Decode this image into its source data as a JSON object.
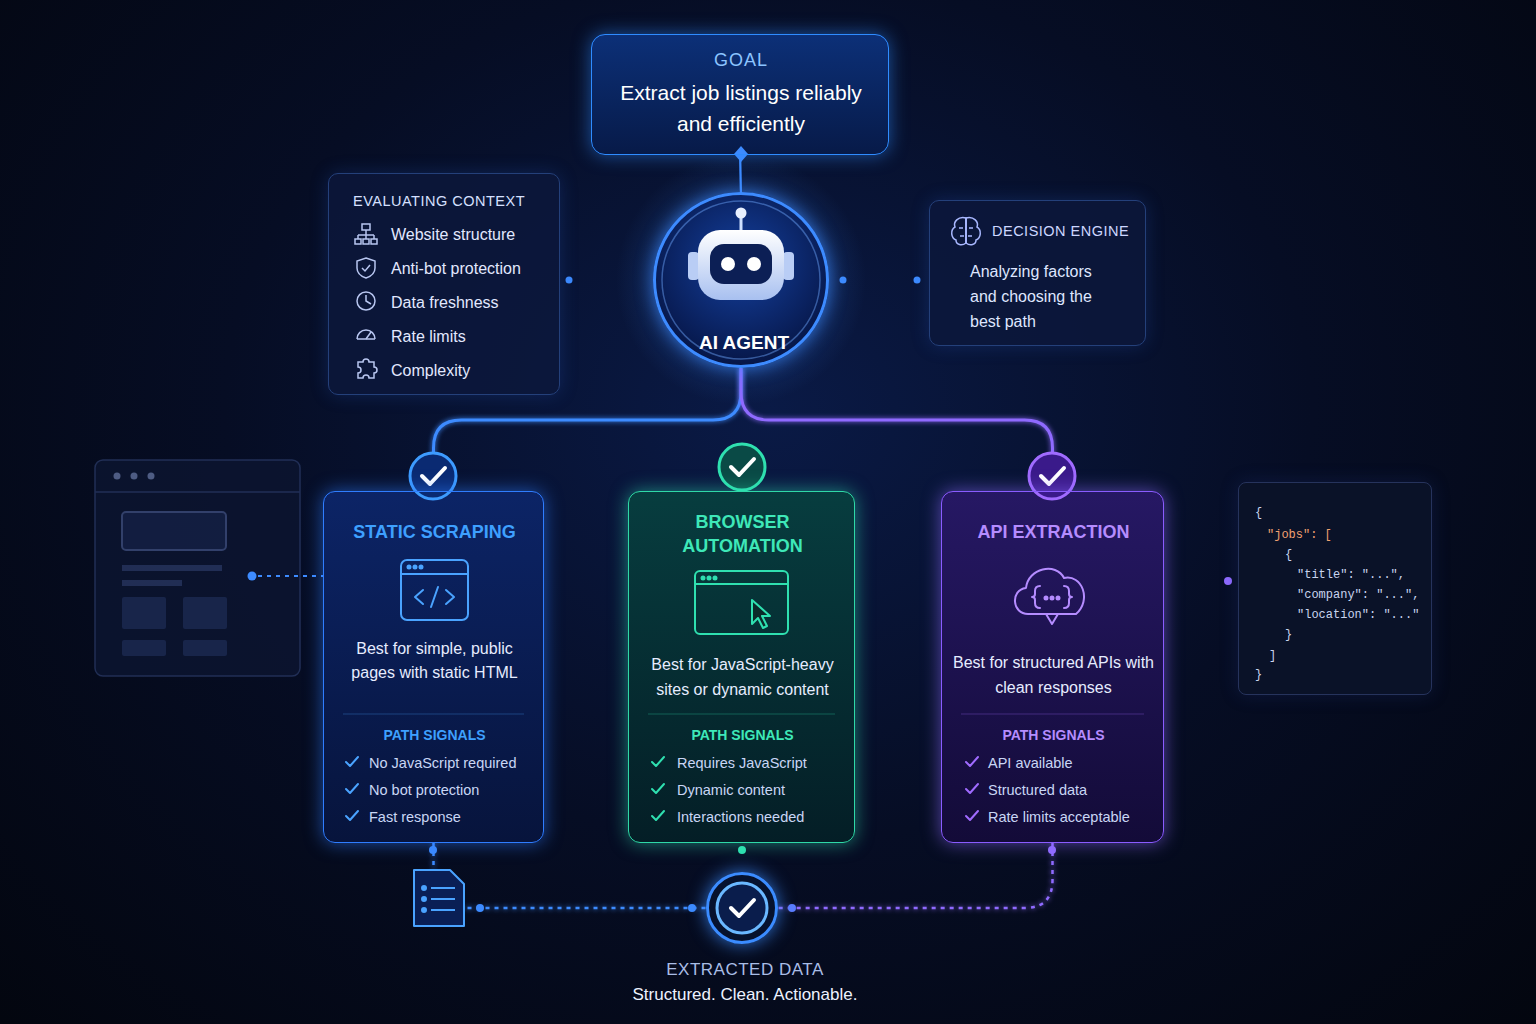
{
  "diagram": {
    "nodes": [
      {
        "text": [
          "GOAL",
          "Extract job listings reliably and efficiently"
        ]
      },
      {
        "text": [
          "EVALUATING CONTEXT",
          "Website structure",
          "Anti-bot protection",
          "Data freshness",
          "Rate limits",
          "Complexity"
        ]
      },
      {
        "text": [
          "AI AGENT"
        ]
      },
      {
        "text": [
          "DECISION ENGINE",
          "Analyzing factors and choosing the best path"
        ]
      },
      {
        "text": [
          "STATIC SCRAPING",
          "Best for simple, public pages with static HTML",
          "PATH SIGNALS",
          "No JavaScript required",
          "No bot protection",
          "Fast response"
        ]
      },
      {
        "text": [
          "BROWSER AUTOMATION",
          "Best for JavaScript-heavy sites or dynamic content",
          "PATH SIGNALS",
          "Requires JavaScript",
          "Dynamic content",
          "Interactions needed"
        ]
      },
      {
        "text": [
          "API EXTRACTION",
          "Best for structured APIs with clean responses",
          "PATH SIGNALS",
          "API available",
          "Structured data",
          "Rate limits acceptable"
        ]
      },
      {
        "text": [
          "{",
          "\"jobs\": [",
          "{",
          "\"title\": \"...\",",
          "\"company\": \"...\",",
          "\"location\": \"...\"",
          "}",
          "]",
          "}"
        ]
      },
      {
        "text": [
          "EXTRACTED DATA",
          "Structured. Clean. Actionable."
        ]
      }
    ],
    "edges": [
      {
        "from": 0,
        "to": 2,
        "arrow": "none"
      },
      {
        "from": 1,
        "to": 2,
        "arrow": "none"
      },
      {
        "from": 2,
        "to": 3,
        "arrow": "none"
      },
      {
        "from": 2,
        "to": 4,
        "arrow": "none"
      },
      {
        "from": 2,
        "to": 5,
        "arrow": "none"
      },
      {
        "from": 2,
        "to": 6,
        "arrow": "none"
      },
      {
        "from": 4,
        "to": 8,
        "arrow": "none"
      },
      {
        "from": 5,
        "to": 8,
        "arrow": "none"
      },
      {
        "from": 6,
        "to": 8,
        "arrow": "none"
      },
      {
        "from": 6,
        "to": 7,
        "arrow": "none"
      }
    ]
  }
}
